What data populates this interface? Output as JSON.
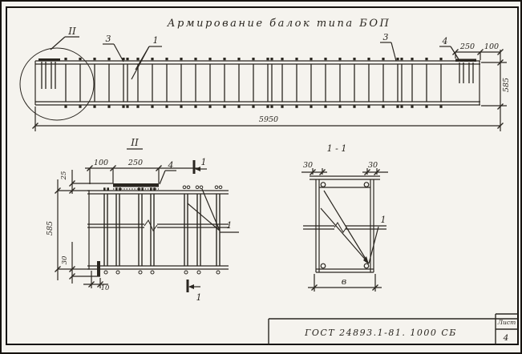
{
  "colors": {
    "ink": "#2a2620",
    "paper": "#f5f3ee",
    "frame": "#16130f"
  },
  "title": "Армирование  балок  типа  БОП",
  "elevation": {
    "detail_mark": "II",
    "label_3_left": "3",
    "label_1": "1",
    "label_3_right": "3",
    "label_4": "4",
    "dim_250": "250",
    "dim_100": "100",
    "dim_585": "585",
    "dim_5950": "5950"
  },
  "detail": {
    "title": "II",
    "dim_100": "100",
    "dim_250": "250",
    "dim_25": "25",
    "dim_585": "585",
    "dim_30": "30",
    "dim_10": "10",
    "label_4": "4",
    "label_1": "1",
    "section_mark": "1"
  },
  "section": {
    "title": "1 - 1",
    "dim_30_left": "30",
    "dim_30_right": "30",
    "dim_width": "в",
    "label_1": "1"
  },
  "title_block": {
    "doc": "ГОСТ 24893.1-81. 1000 СБ",
    "sheet_label": "Лист",
    "sheet_number": "4"
  }
}
